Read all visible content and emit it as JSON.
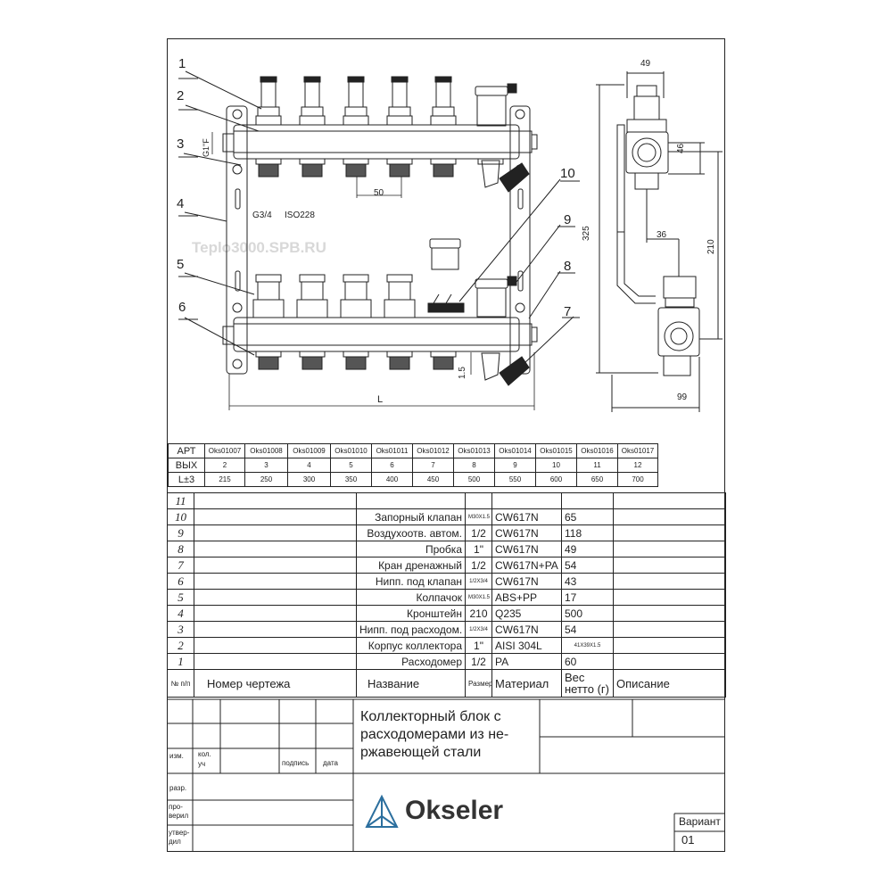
{
  "drawing": {
    "callouts": [
      "1",
      "2",
      "3",
      "4",
      "5",
      "6",
      "7",
      "8",
      "9",
      "10"
    ],
    "dims": {
      "thread_g1f": "G1\"F",
      "pitch_50": "50",
      "thread_g34": "G3/4",
      "iso": "ISO228",
      "width_49": "49",
      "height_46": "46",
      "height_325": "325",
      "offset_36": "36",
      "height_210": "210",
      "depth_99": "99",
      "length_l": "L",
      "drop_15": "1.5"
    },
    "watermark": "Teplo3000.SPB.RU"
  },
  "article_table": {
    "row_labels": [
      "АРТ",
      "ВЫХ",
      "L±3"
    ],
    "columns": [
      {
        "art": "Oks01007",
        "out": "2",
        "len": "215"
      },
      {
        "art": "Oks01008",
        "out": "3",
        "len": "250"
      },
      {
        "art": "Oks01009",
        "out": "4",
        "len": "300"
      },
      {
        "art": "Oks01010",
        "out": "5",
        "len": "350"
      },
      {
        "art": "Oks01011",
        "out": "6",
        "len": "400"
      },
      {
        "art": "Oks01012",
        "out": "7",
        "len": "450"
      },
      {
        "art": "Oks01013",
        "out": "8",
        "len": "500"
      },
      {
        "art": "Oks01014",
        "out": "9",
        "len": "550"
      },
      {
        "art": "Oks01015",
        "out": "10",
        "len": "600"
      },
      {
        "art": "Oks01016",
        "out": "11",
        "len": "650"
      },
      {
        "art": "Oks01017",
        "out": "12",
        "len": "700"
      }
    ]
  },
  "spec": {
    "rows": [
      {
        "n": "11",
        "name": "",
        "size": "",
        "material": "",
        "weight": ""
      },
      {
        "n": "10",
        "name": "Запорный клапан",
        "size": "M30X1.5",
        "small": true,
        "material": "CW617N",
        "weight": "65"
      },
      {
        "n": "9",
        "name": "Воздухоотв. автом.",
        "size": "1/2",
        "material": "CW617N",
        "weight": "118"
      },
      {
        "n": "8",
        "name": "Пробка",
        "size": "1\"",
        "material": "CW617N",
        "weight": "49"
      },
      {
        "n": "7",
        "name": "Кран дренажный",
        "size": "1/2",
        "material": "CW617N+PA",
        "weight": "54"
      },
      {
        "n": "6",
        "name": "Нипп. под клапан",
        "size": "1/2X3/4",
        "small": true,
        "material": "CW617N",
        "weight": "43"
      },
      {
        "n": "5",
        "name": "Колпачок",
        "size": "M30X1.5",
        "small": true,
        "material": "ABS+PP",
        "weight": "17"
      },
      {
        "n": "4",
        "name": "Кронштейн",
        "size": "210",
        "material": "Q235",
        "weight": "500"
      },
      {
        "n": "3",
        "name": "Нипп. под расходом.",
        "size": "1/2X3/4",
        "small": true,
        "material": "CW617N",
        "weight": "54"
      },
      {
        "n": "2",
        "name": "Корпус коллектора",
        "size": "1\"",
        "material": "AISI 304L",
        "weight": "41X39X1.5",
        "wsmall": true
      },
      {
        "n": "1",
        "name": "Расходомер",
        "size": "1/2",
        "material": "PA",
        "weight": "60"
      }
    ],
    "header": {
      "n": "№ п/п",
      "drawing_no": "Номер чертежа",
      "name": "Название",
      "size": "Размер",
      "material": "Материал",
      "weight": "Вес нетто (г)",
      "description": "Описание"
    }
  },
  "title_block": {
    "labels": {
      "izm": "изм.",
      "kol": "кол. уч",
      "podpis": "подпись",
      "data": "дата",
      "razr": "разр.",
      "prov": "про- верил",
      "utv": "утвер- дил"
    },
    "title": [
      "Коллекторный блок с",
      "расходомерами из не-",
      "ржавеющей стали"
    ],
    "brand": "Okseler",
    "variant_label": "Вариант",
    "variant": "01"
  }
}
